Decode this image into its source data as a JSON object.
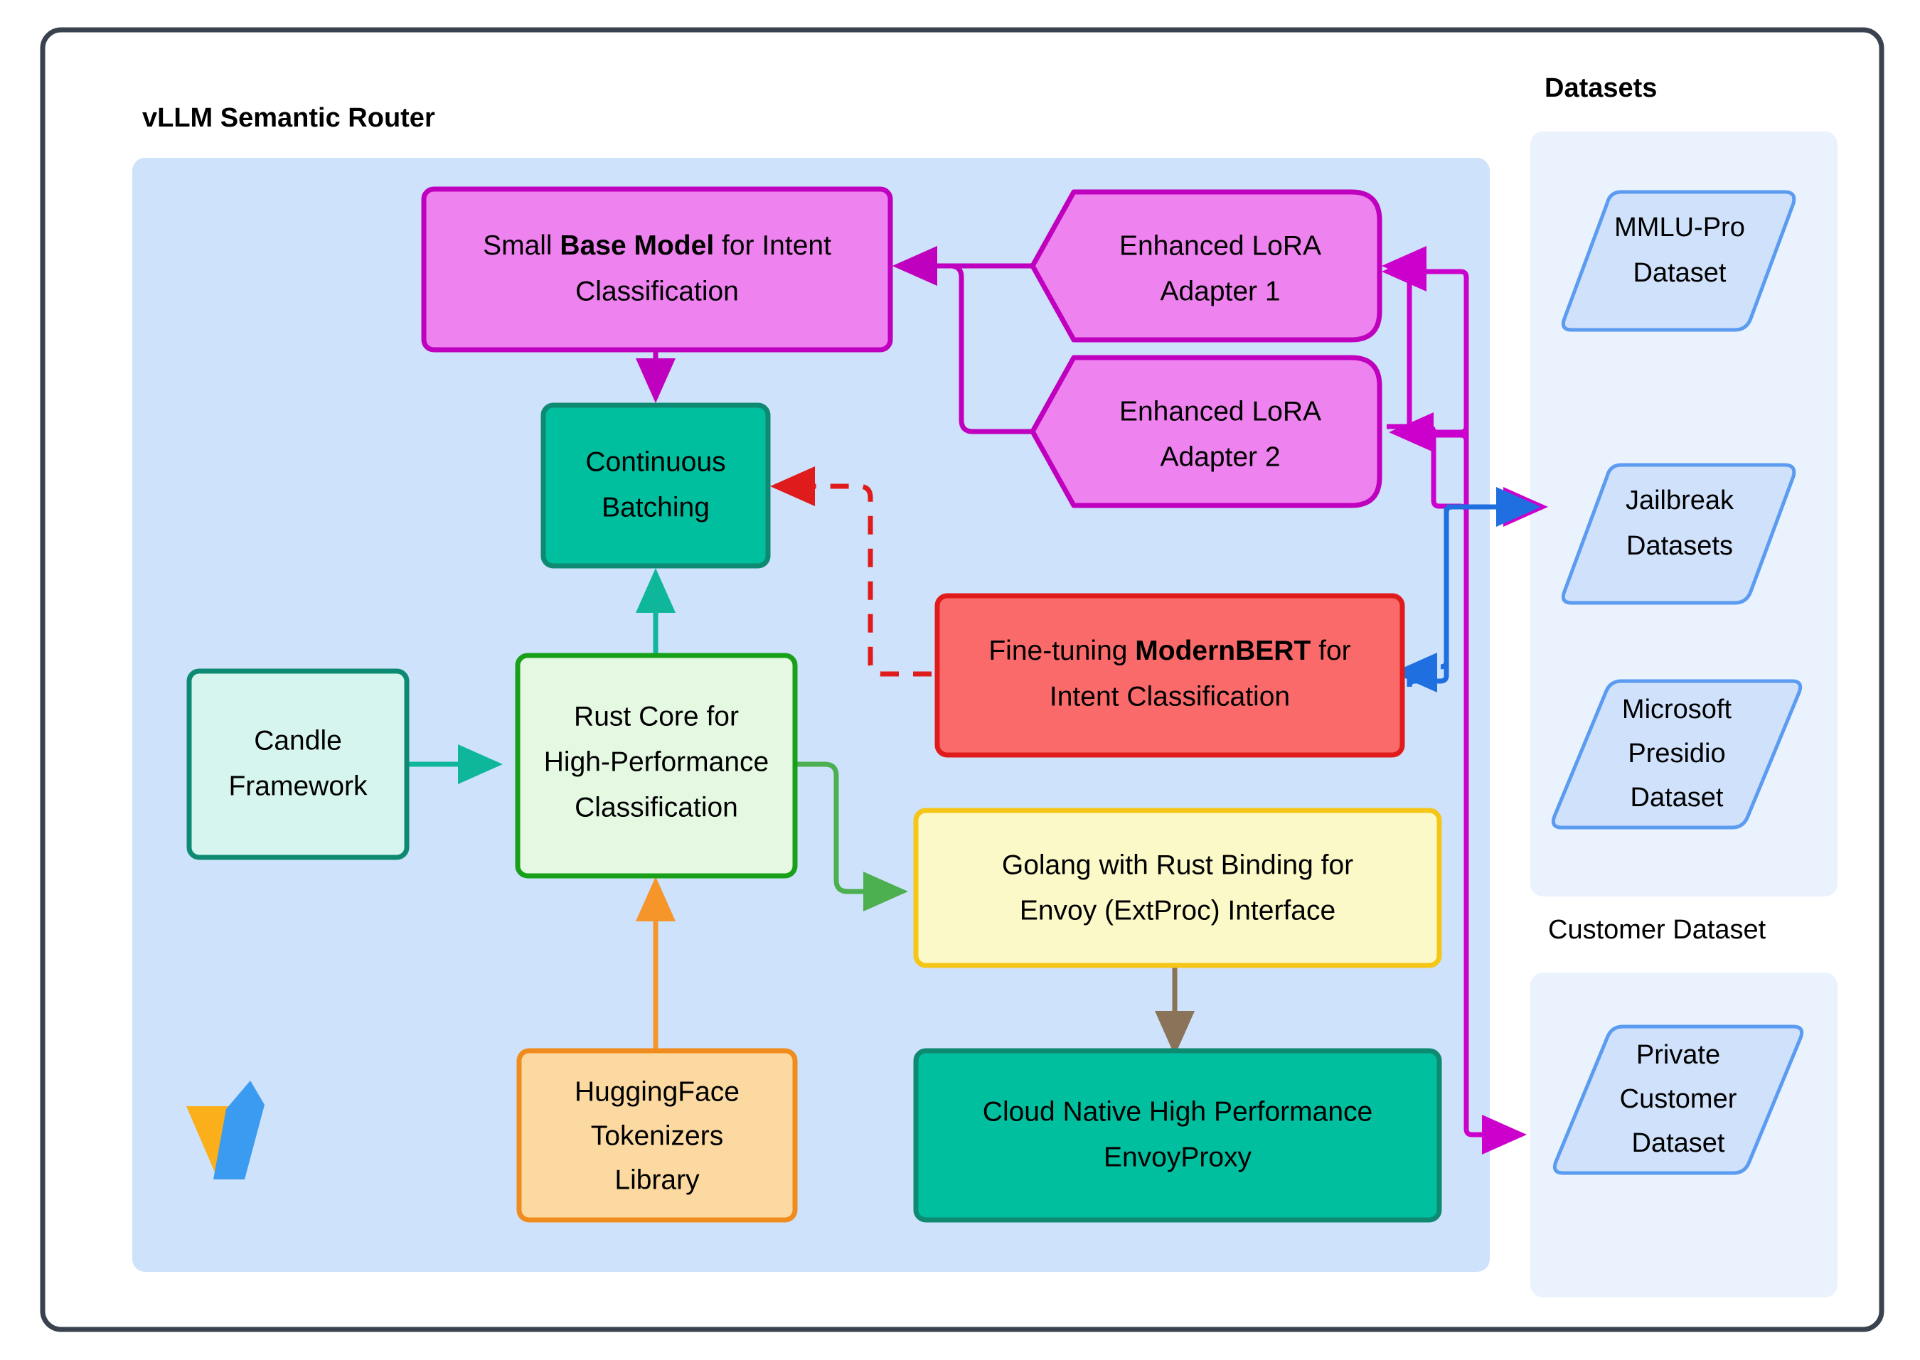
{
  "diagram": {
    "type": "flowchart",
    "outer_frame": {
      "stroke": "#39424e",
      "fill": "#ffffff"
    },
    "clusters": [
      {
        "id": "vllm",
        "title": "vLLM Semantic Router",
        "title_bold": true,
        "fill": "#cfe2fb"
      },
      {
        "id": "datasets",
        "title": "Datasets",
        "title_bold": true,
        "fill": "#eaf2fe"
      },
      {
        "id": "customer",
        "title": "Customer Dataset",
        "title_bold": false,
        "fill": "#eaf2fe"
      }
    ],
    "nodes": [
      {
        "id": "base_model",
        "shape": "rect",
        "text_parts": [
          {
            "t": "Small ",
            "bold": false
          },
          {
            "t": "Base Model",
            "bold": true
          },
          {
            "t": " for Intent",
            "bold": false
          }
        ],
        "line2": "Classification",
        "fill": "#ee82ee",
        "stroke": "#bf00bf"
      },
      {
        "id": "lora1",
        "shape": "flag",
        "line1": "Enhanced LoRA",
        "line2": "Adapter 1",
        "fill": "#ee82ee",
        "stroke": "#bf00bf"
      },
      {
        "id": "lora2",
        "shape": "flag",
        "line1": "Enhanced LoRA",
        "line2": "Adapter 2",
        "fill": "#ee82ee",
        "stroke": "#bf00bf"
      },
      {
        "id": "continuous_batching",
        "shape": "rect",
        "line1": "Continuous",
        "line2": "Batching",
        "fill": "#00bf9f",
        "stroke": "#0f8a72"
      },
      {
        "id": "modernbert",
        "shape": "rect",
        "text_parts": [
          {
            "t": "Fine-tuning ",
            "bold": false
          },
          {
            "t": "ModernBERT",
            "bold": true
          },
          {
            "t": " for",
            "bold": false
          }
        ],
        "line2": "Intent Classification",
        "fill": "#fa6a6a",
        "stroke": "#e01b1b"
      },
      {
        "id": "candle",
        "shape": "rect",
        "line1": "Candle",
        "line2": "Framework",
        "fill": "#d6f5ee",
        "stroke": "#0f8a72"
      },
      {
        "id": "rust_core",
        "shape": "rect",
        "line1": "Rust Core for",
        "line2": "High-Performance",
        "line3": "Classification",
        "fill": "#e4f8e2",
        "stroke": "#19a019"
      },
      {
        "id": "golang_envoy",
        "shape": "rect",
        "line1": "Golang with Rust Binding for",
        "line2": "Envoy (ExtProc) Interface",
        "fill": "#fbf9c8",
        "stroke": "#f5c518"
      },
      {
        "id": "hf_tokenizers",
        "shape": "rect",
        "line1": "HuggingFace",
        "line2": "Tokenizers",
        "line3": "Library",
        "fill": "#fcd9a0",
        "stroke": "#f08c1e"
      },
      {
        "id": "envoy_proxy",
        "shape": "rect",
        "line1": "Cloud Native High Performance",
        "line2": "EnvoyProxy",
        "fill": "#00bf9f",
        "stroke": "#0f8a72"
      },
      {
        "id": "mmlu_pro",
        "shape": "parallelogram",
        "line1": "MMLU-Pro",
        "line2": "Dataset",
        "fill": "#cfe1fb",
        "stroke": "#5b9bf0"
      },
      {
        "id": "jailbreak",
        "shape": "parallelogram",
        "line1": "Jailbreak",
        "line2": "Datasets",
        "fill": "#cfe1fb",
        "stroke": "#5b9bf0"
      },
      {
        "id": "presidio",
        "shape": "parallelogram",
        "line1": "Microsoft",
        "line2": "Presidio",
        "line3": "Dataset",
        "fill": "#cfe1fb",
        "stroke": "#5b9bf0"
      },
      {
        "id": "private_customer",
        "shape": "parallelogram",
        "line1": "Private",
        "line2": "Customer",
        "line3": "Dataset",
        "fill": "#cfe1fb",
        "stroke": "#5b9bf0"
      }
    ],
    "edges": [
      {
        "from": "lora1",
        "to": "base_model",
        "color": "#bf00bf",
        "style": "solid"
      },
      {
        "from": "lora2",
        "to": "base_model",
        "color": "#bf00bf",
        "style": "solid"
      },
      {
        "from": "base_model",
        "to": "continuous_batching",
        "color": "#bf00bf",
        "style": "solid"
      },
      {
        "from": "modernbert",
        "to": "continuous_batching",
        "color": "#e01b1b",
        "style": "dashed"
      },
      {
        "from": "candle",
        "to": "rust_core",
        "color": "#0fb79a",
        "style": "solid"
      },
      {
        "from": "rust_core",
        "to": "continuous_batching",
        "color": "#0fb79a",
        "style": "solid"
      },
      {
        "from": "rust_core",
        "to": "golang_envoy",
        "color": "#4caf50",
        "style": "solid"
      },
      {
        "from": "hf_tokenizers",
        "to": "rust_core",
        "color": "#f5952a",
        "style": "solid"
      },
      {
        "from": "golang_envoy",
        "to": "envoy_proxy",
        "color": "#8a7358",
        "style": "solid"
      },
      {
        "from": "jailbreak",
        "to": "modernbert",
        "color": "#1f6fe0",
        "style": "solid"
      },
      {
        "from": "datasets_rail",
        "to": "jailbreak",
        "color": "#1f6fe0",
        "style": "solid"
      },
      {
        "from": "magenta_rail",
        "to": "jailbreak",
        "color": "#cc00cc",
        "style": "solid"
      },
      {
        "from": "magenta_rail",
        "to": "lora1",
        "color": "#cc00cc",
        "style": "solid"
      },
      {
        "from": "magenta_rail",
        "to": "lora2",
        "color": "#cc00cc",
        "style": "solid"
      },
      {
        "from": "magenta_rail",
        "to": "private_customer",
        "color": "#cc00cc",
        "style": "solid"
      }
    ],
    "logo": {
      "name": "vllm-logo",
      "orange": "#fbaf1b",
      "blue": "#3b9bf0"
    }
  }
}
